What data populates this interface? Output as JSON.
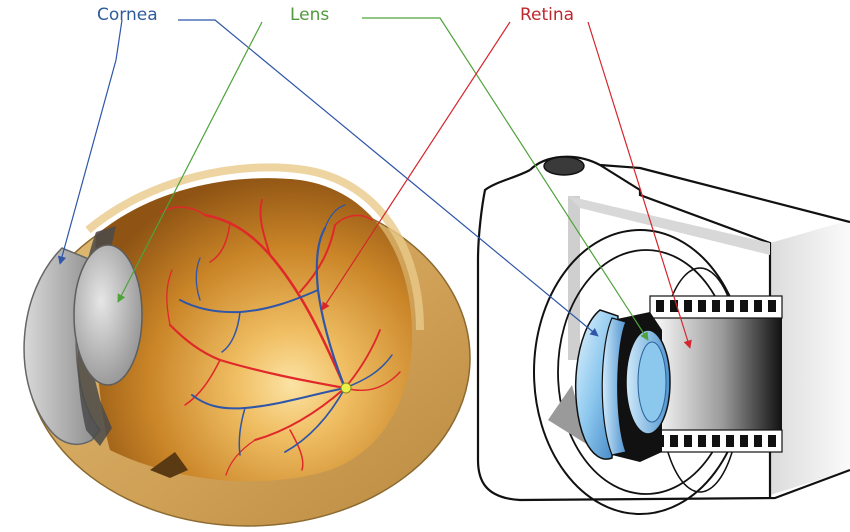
{
  "labels": {
    "cornea": {
      "text": "Cornea",
      "color": "#2e5c9a"
    },
    "lens": {
      "text": "Lens",
      "color": "#4f9a3a"
    },
    "retina": {
      "text": "Retina",
      "color": "#c0262d"
    }
  },
  "palette": {
    "eye_outer": "#cda35a",
    "eye_inner": "#b8741e",
    "eye_glow": "#f6cf7a",
    "vessel_red": "#e0282a",
    "vessel_blue": "#2f56a8",
    "camera_outline": "#111111",
    "lens_blue": "#8cc7ee"
  }
}
